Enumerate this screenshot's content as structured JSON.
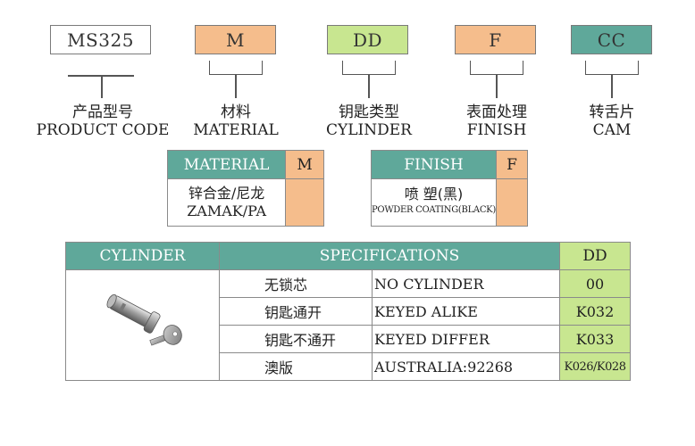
{
  "codes": {
    "product": {
      "code": "MS325",
      "label_cn": "产品型号",
      "label_en": "PRODUCT CODE"
    },
    "material": {
      "code": "M",
      "label_cn": "材料",
      "label_en": "MATERIAL"
    },
    "cylinder": {
      "code": "DD",
      "label_cn": "钥匙类型",
      "label_en": "CYLINDER"
    },
    "finish": {
      "code": "F",
      "label_cn": "表面处理",
      "label_en": "FINISH"
    },
    "cam": {
      "code": "CC",
      "label_cn": "转舌片",
      "label_en": "CAM"
    }
  },
  "colors": {
    "teal": "#5fa89a",
    "orange": "#f5bd8c",
    "green": "#c8e690",
    "white_box": "#ffffff"
  },
  "material_table": {
    "header": "MATERIAL",
    "code": "M",
    "value_cn": "锌合金/尼龙",
    "value_en": "ZAMAK/PA"
  },
  "finish_table": {
    "header": "FINISH",
    "code": "F",
    "value_cn": "喷 塑(黑)",
    "value_en": "POWDER COATING(BLACK)"
  },
  "spec_table": {
    "col_cylinder": "CYLINDER",
    "col_spec": "SPECIFICATIONS",
    "col_code": "DD",
    "rows": [
      {
        "cn": "无锁芯",
        "en": "NO CYLINDER",
        "code": "00"
      },
      {
        "cn": "钥匙通开",
        "en": "KEYED ALIKE",
        "code": "K032"
      },
      {
        "cn": "钥匙不通开",
        "en": "KEYED DIFFER",
        "code": "K033"
      },
      {
        "cn": "澳版",
        "en": "AUSTRALIA:92268",
        "code": "K026/K028"
      }
    ],
    "image_icon": "key-cylinder-icon"
  }
}
